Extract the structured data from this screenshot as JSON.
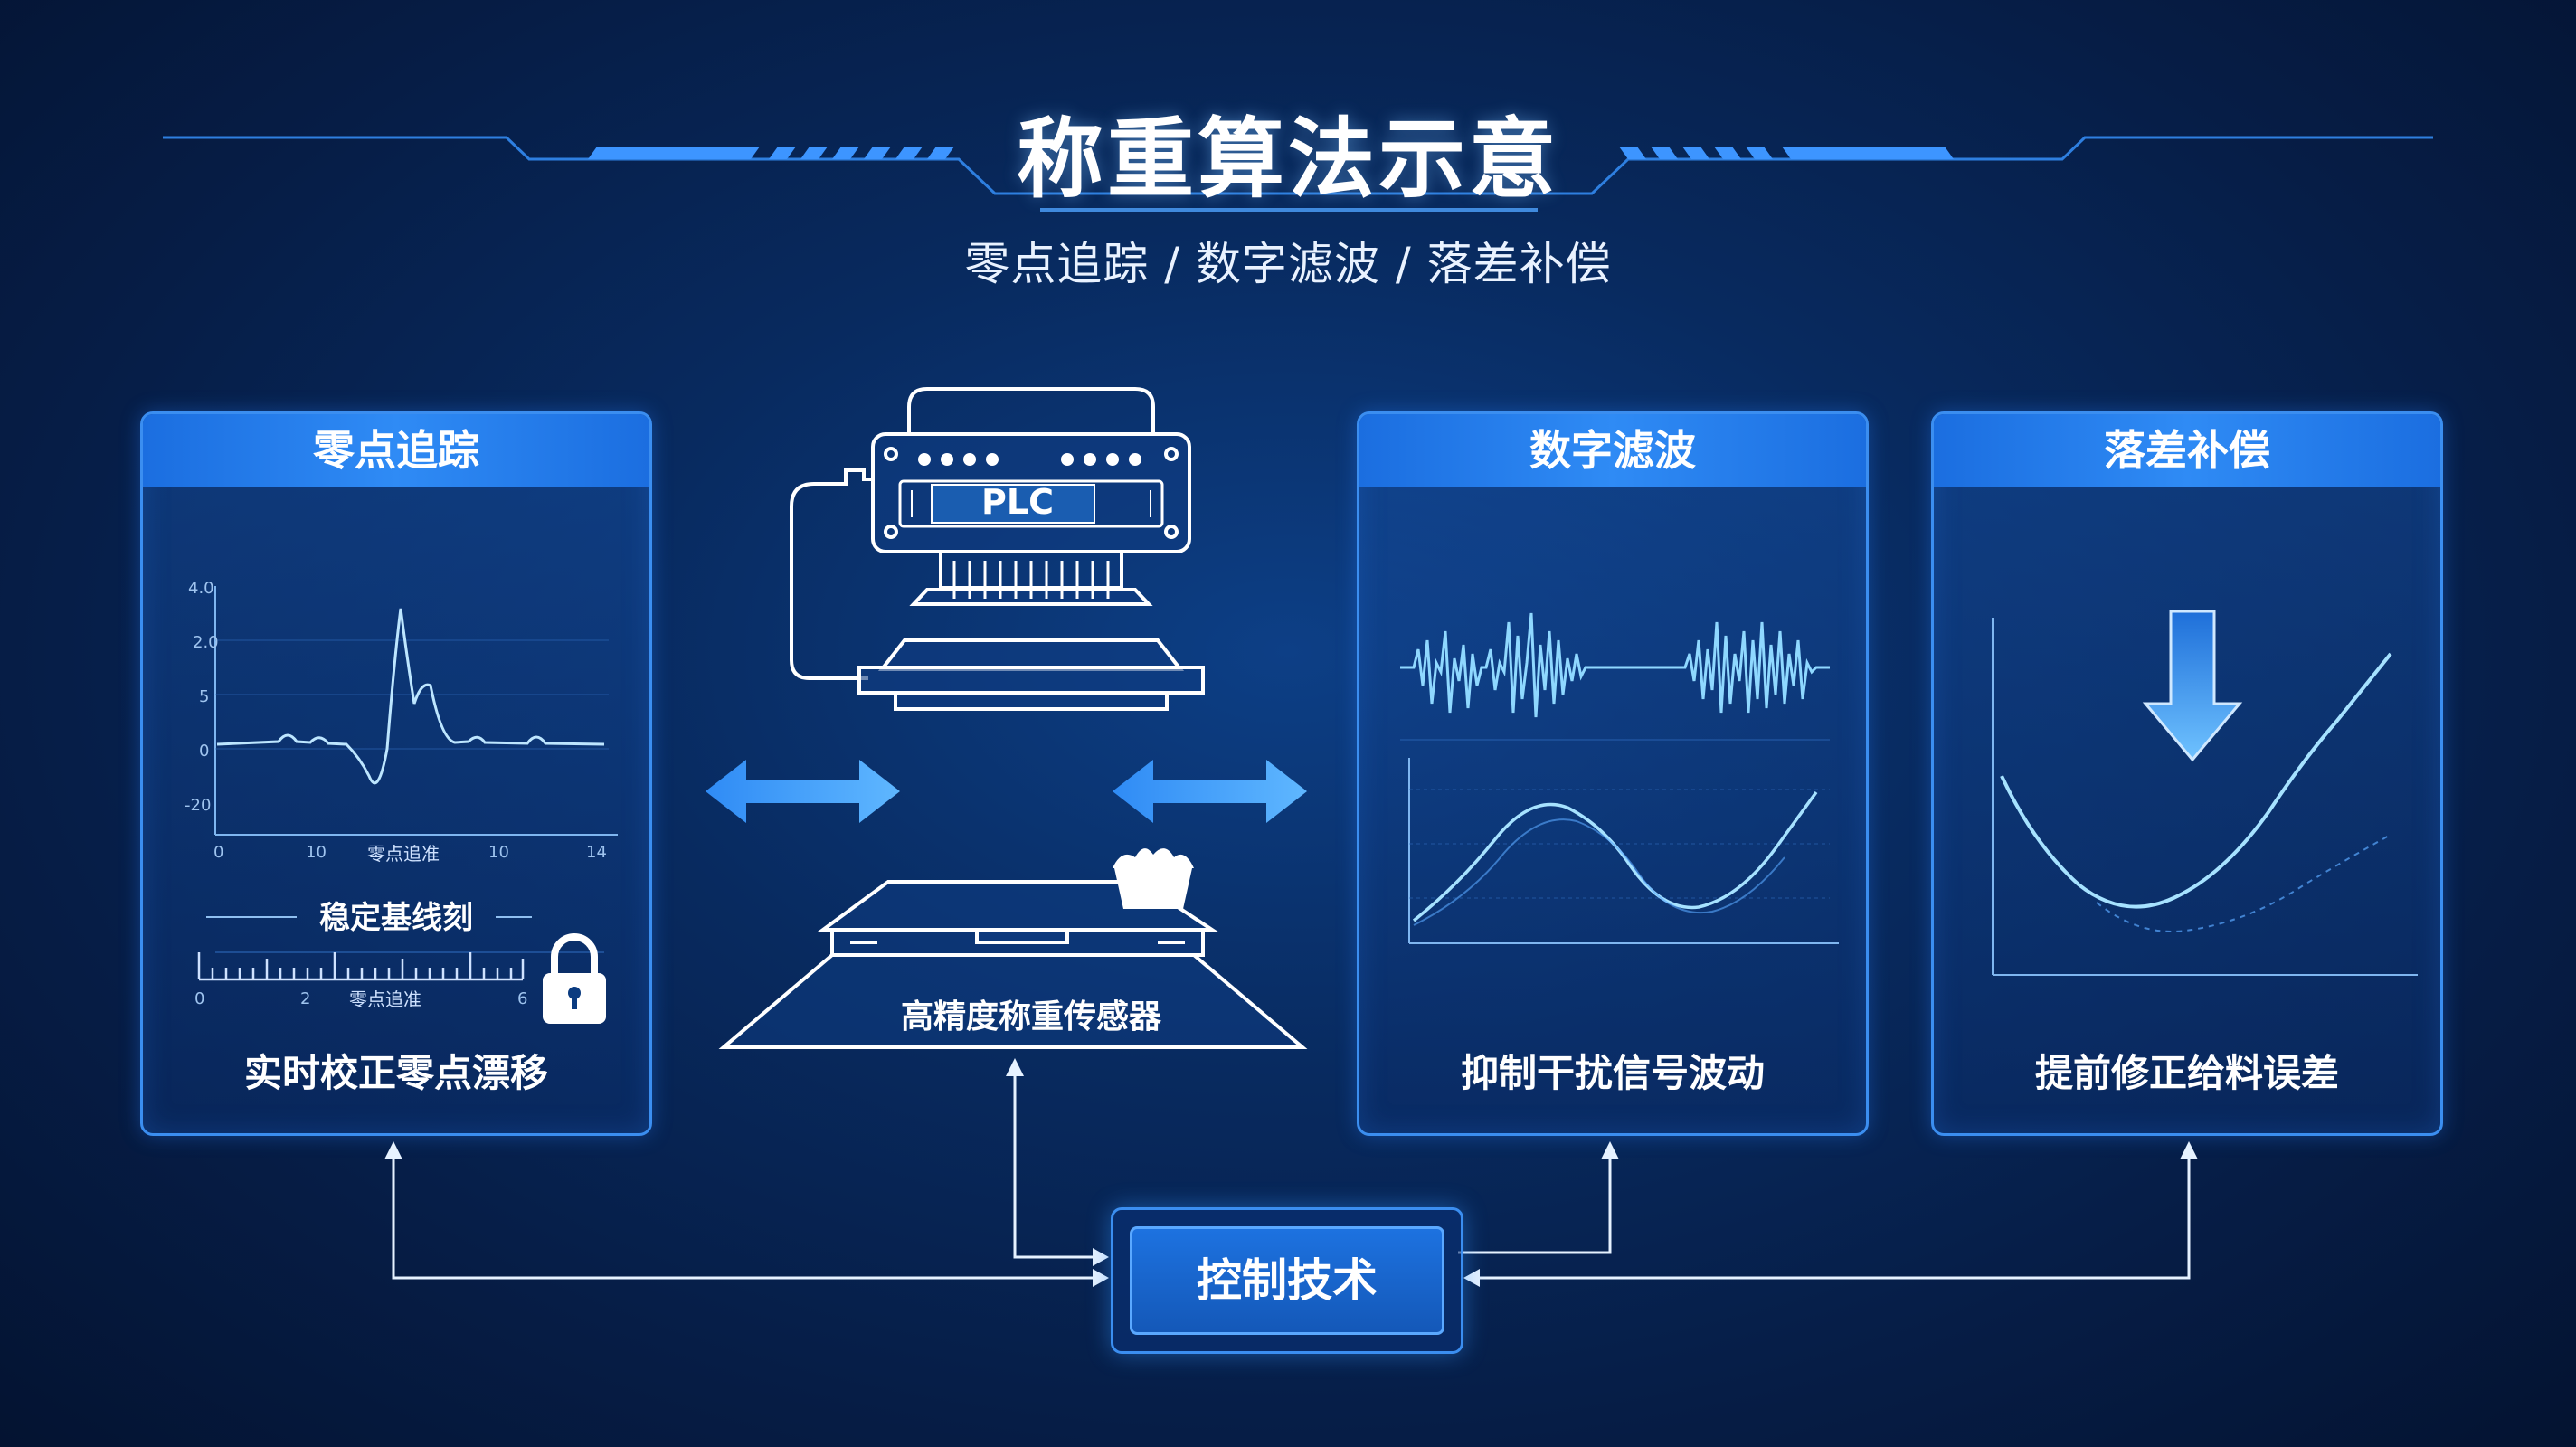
{
  "header": {
    "title": "称重算法示意",
    "subtitle": "零点追踪 / 数字滤波 / 落差补偿"
  },
  "panels": [
    {
      "title": "零点追踪",
      "caption": "实时校正零点漂移",
      "chart_axis_label": "零点追准",
      "chart_y_ticks": [
        "4.0",
        "2.0",
        "5",
        "0",
        "-20"
      ],
      "chart_x_ticks": [
        "0",
        "10",
        "10",
        "14"
      ],
      "baseline_label": "稳定基线刻",
      "ruler_label": "零点追准",
      "ruler_ticks": [
        "0",
        "2",
        "6"
      ]
    },
    {
      "title": "数字滤波",
      "caption": "抑制干扰信号波动"
    },
    {
      "title": "落差补偿",
      "caption": "提前修正给料误差"
    }
  ],
  "center": {
    "plc_label": "PLC",
    "sensor_label": "高精度称重传感器"
  },
  "control": {
    "label": "控制技术"
  },
  "colors": {
    "background": "#082a5f",
    "accent": "#3b8ef0",
    "curve": "#8fd8ff",
    "header_bar": "#2f8bf5"
  }
}
